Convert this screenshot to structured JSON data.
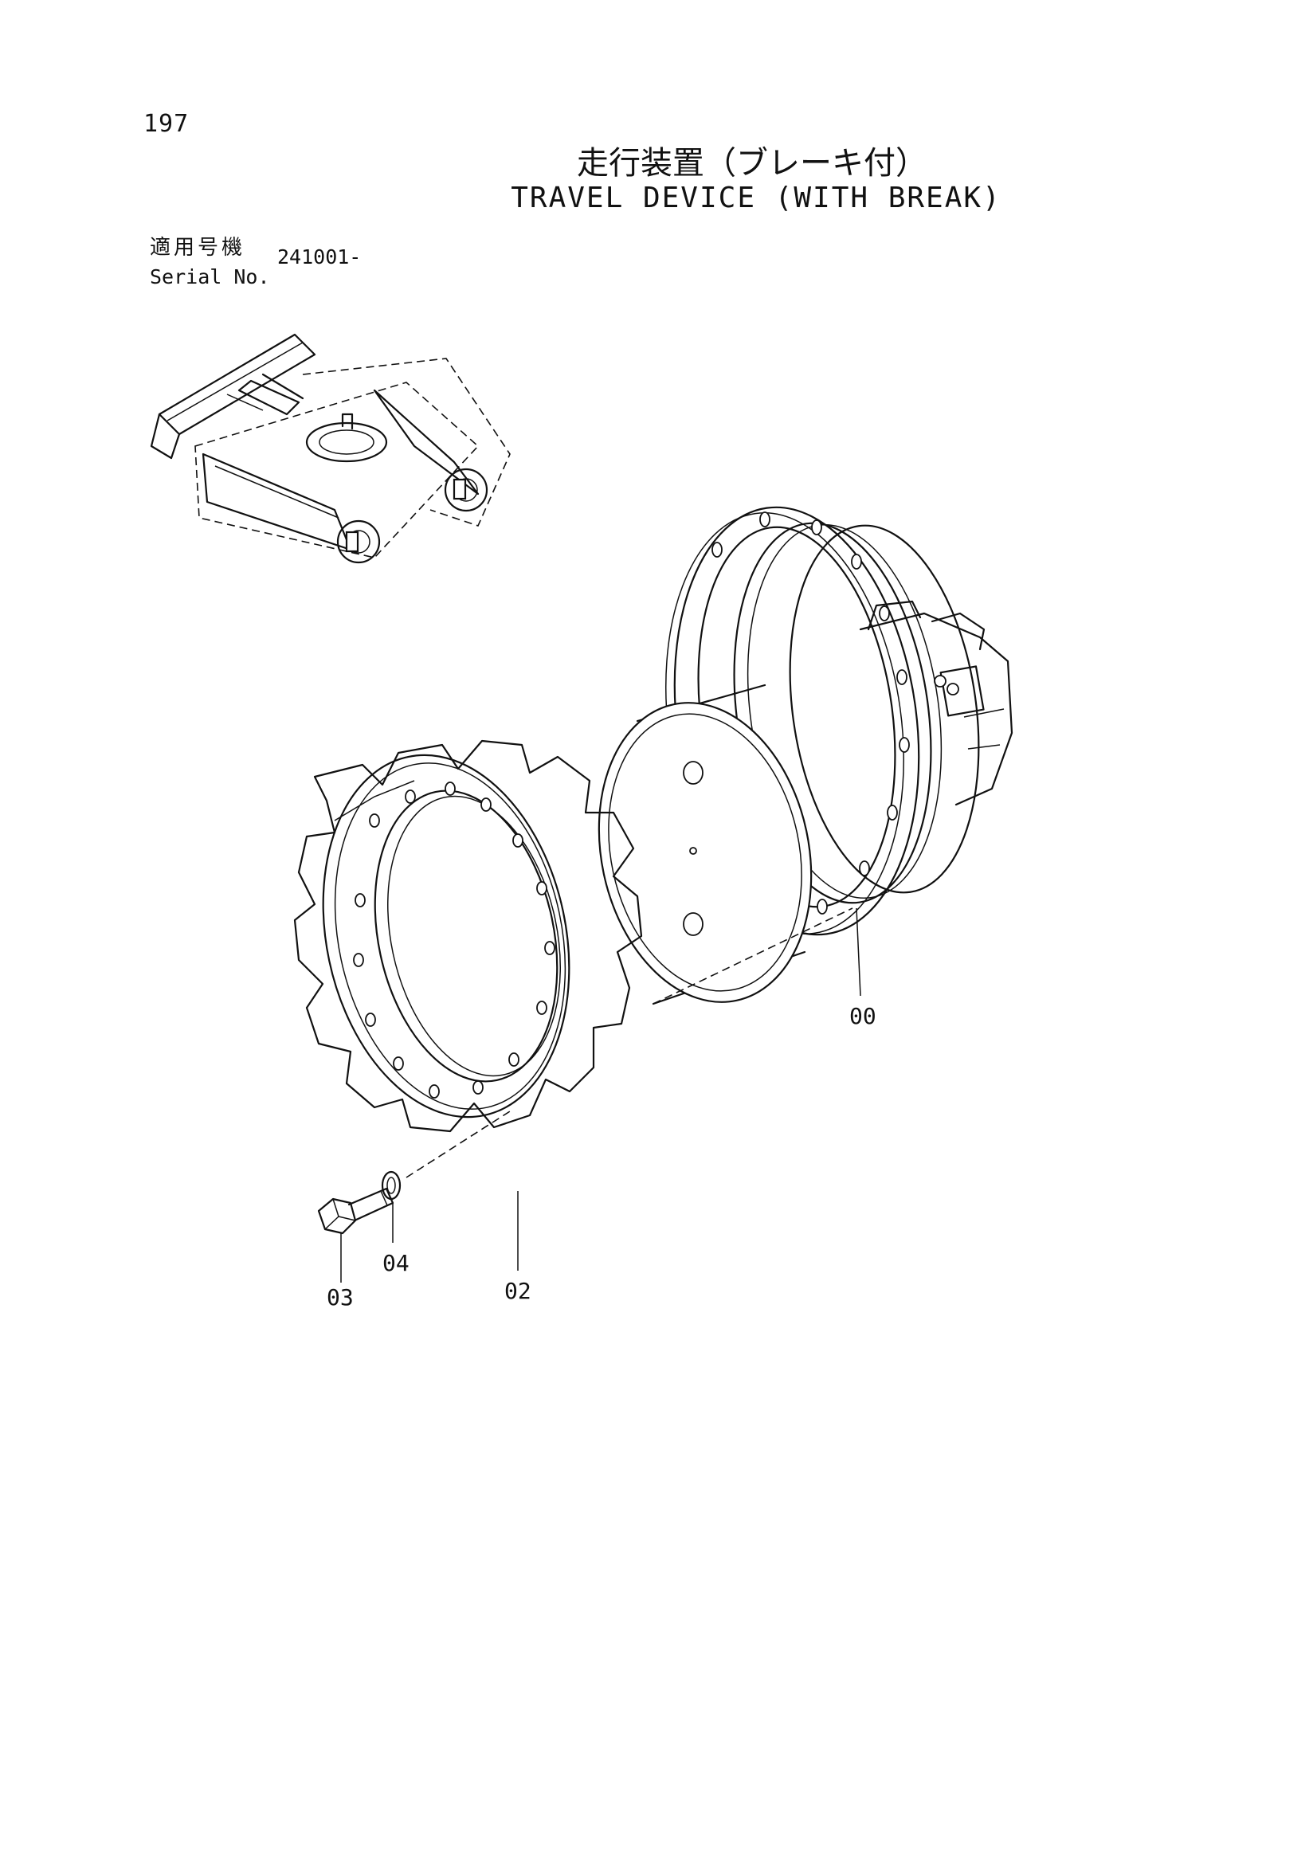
{
  "header": {
    "page_number": "197",
    "title_jp": "走行装置（ブレーキ付）",
    "title_en": "TRAVEL DEVICE (WITH BREAK)"
  },
  "serial": {
    "label_jp": "適用号機",
    "label_en": "Serial No.",
    "value": "241001-"
  },
  "callouts": {
    "travel_motor": "00",
    "sprocket": "02",
    "bolt": "03",
    "washer": "04"
  }
}
